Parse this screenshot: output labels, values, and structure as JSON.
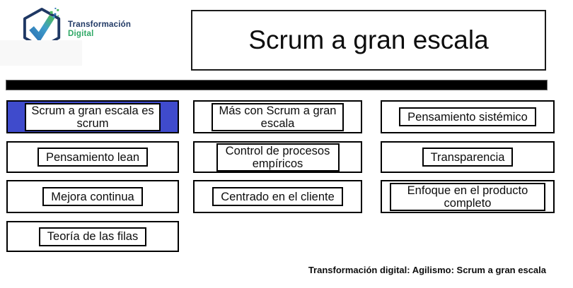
{
  "logo": {
    "icon": "hexagon-checkmark-icon",
    "line1": "Transformación",
    "line2": "Digital",
    "navy_color": "#1F3864",
    "green_color": "#2FA866"
  },
  "header": {
    "title": "Scrum a gran escala"
  },
  "grid": {
    "highlight_color": "#3F4BCC",
    "items": [
      {
        "text": "Scrum a gran escala es scrum",
        "highlighted": true
      },
      {
        "text": "Más con Scrum a gran escala"
      },
      {
        "text": "Pensamiento sistémico"
      },
      {
        "text": "Pensamiento lean"
      },
      {
        "text": "Control de procesos empíricos"
      },
      {
        "text": "Transparencia"
      },
      {
        "text": "Mejora continua"
      },
      {
        "text": "Centrado en el cliente"
      },
      {
        "text": "Enfoque en el producto completo"
      },
      {
        "text": "Teoría de las filas"
      }
    ]
  },
  "footer": {
    "text": "Transformación digital: Agilismo: Scrum a gran escala"
  }
}
